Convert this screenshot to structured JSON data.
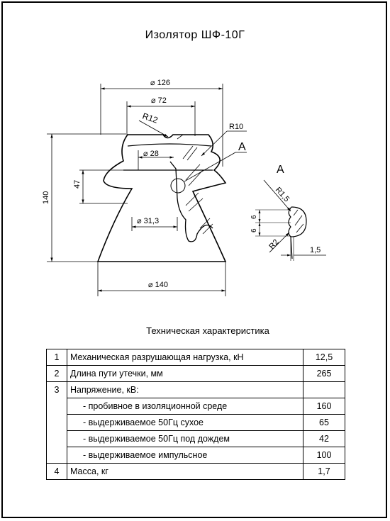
{
  "title": "Изолятор  ШФ-10Г",
  "drawing": {
    "dims": {
      "d126": "⌀ 126",
      "d72": "⌀ 72",
      "d28": "⌀ 28",
      "d31_3": "⌀ 31,3",
      "d140": "⌀ 140",
      "r12": "R12",
      "r10": "R10",
      "h47": "47",
      "h140": "140",
      "label_a": "A"
    },
    "detail": {
      "label": "A",
      "r15": "R1,5",
      "r2": "R2",
      "s6a": "6",
      "s6b": "6",
      "w15": "1,5"
    }
  },
  "table": {
    "caption": "Техническая характеристика",
    "rows": [
      {
        "num": "1",
        "label": "Механическая разрушающая нагрузка, кН",
        "value": "12,5"
      },
      {
        "num": "2",
        "label": "Длина пути утечки, мм",
        "value": "265"
      },
      {
        "num": "3",
        "label": "Напряжение, кВ:",
        "value": ""
      },
      {
        "num": "",
        "label": "- пробивное в изоляционной среде",
        "value": "160"
      },
      {
        "num": "",
        "label": "- выдерживаемое 50Гц  сухое",
        "value": "65"
      },
      {
        "num": "",
        "label": "- выдерживаемое 50Гц  под дождем",
        "value": "42"
      },
      {
        "num": "",
        "label": "- выдерживаемое импульсное",
        "value": "100"
      },
      {
        "num": "4",
        "label": "Масса, кг",
        "value": "1,7"
      }
    ]
  }
}
